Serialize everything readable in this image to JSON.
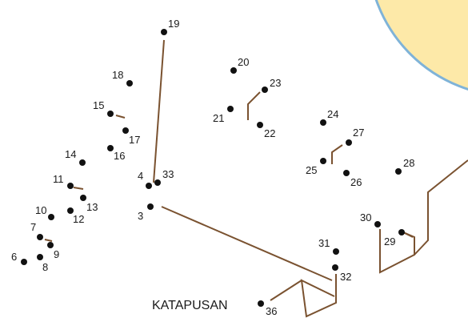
{
  "puzzle": {
    "end_label": "KATAPUSAN",
    "dot_color": "#111111",
    "line_color": "#7a5230",
    "sun_fill": "#fde9a8",
    "sun_stroke": "#7fb3d8",
    "dots": [
      {
        "n": "3"
      },
      {
        "n": "4"
      },
      {
        "n": "6"
      },
      {
        "n": "7"
      },
      {
        "n": "8"
      },
      {
        "n": "9"
      },
      {
        "n": "10"
      },
      {
        "n": "11"
      },
      {
        "n": "12"
      },
      {
        "n": "13"
      },
      {
        "n": "14"
      },
      {
        "n": "15"
      },
      {
        "n": "16"
      },
      {
        "n": "17"
      },
      {
        "n": "18"
      },
      {
        "n": "19"
      },
      {
        "n": "20"
      },
      {
        "n": "21"
      },
      {
        "n": "22"
      },
      {
        "n": "23"
      },
      {
        "n": "24"
      },
      {
        "n": "25"
      },
      {
        "n": "26"
      },
      {
        "n": "27"
      },
      {
        "n": "28"
      },
      {
        "n": "29"
      },
      {
        "n": "30"
      },
      {
        "n": "31"
      },
      {
        "n": "32"
      },
      {
        "n": "33"
      },
      {
        "n": "36"
      }
    ]
  }
}
